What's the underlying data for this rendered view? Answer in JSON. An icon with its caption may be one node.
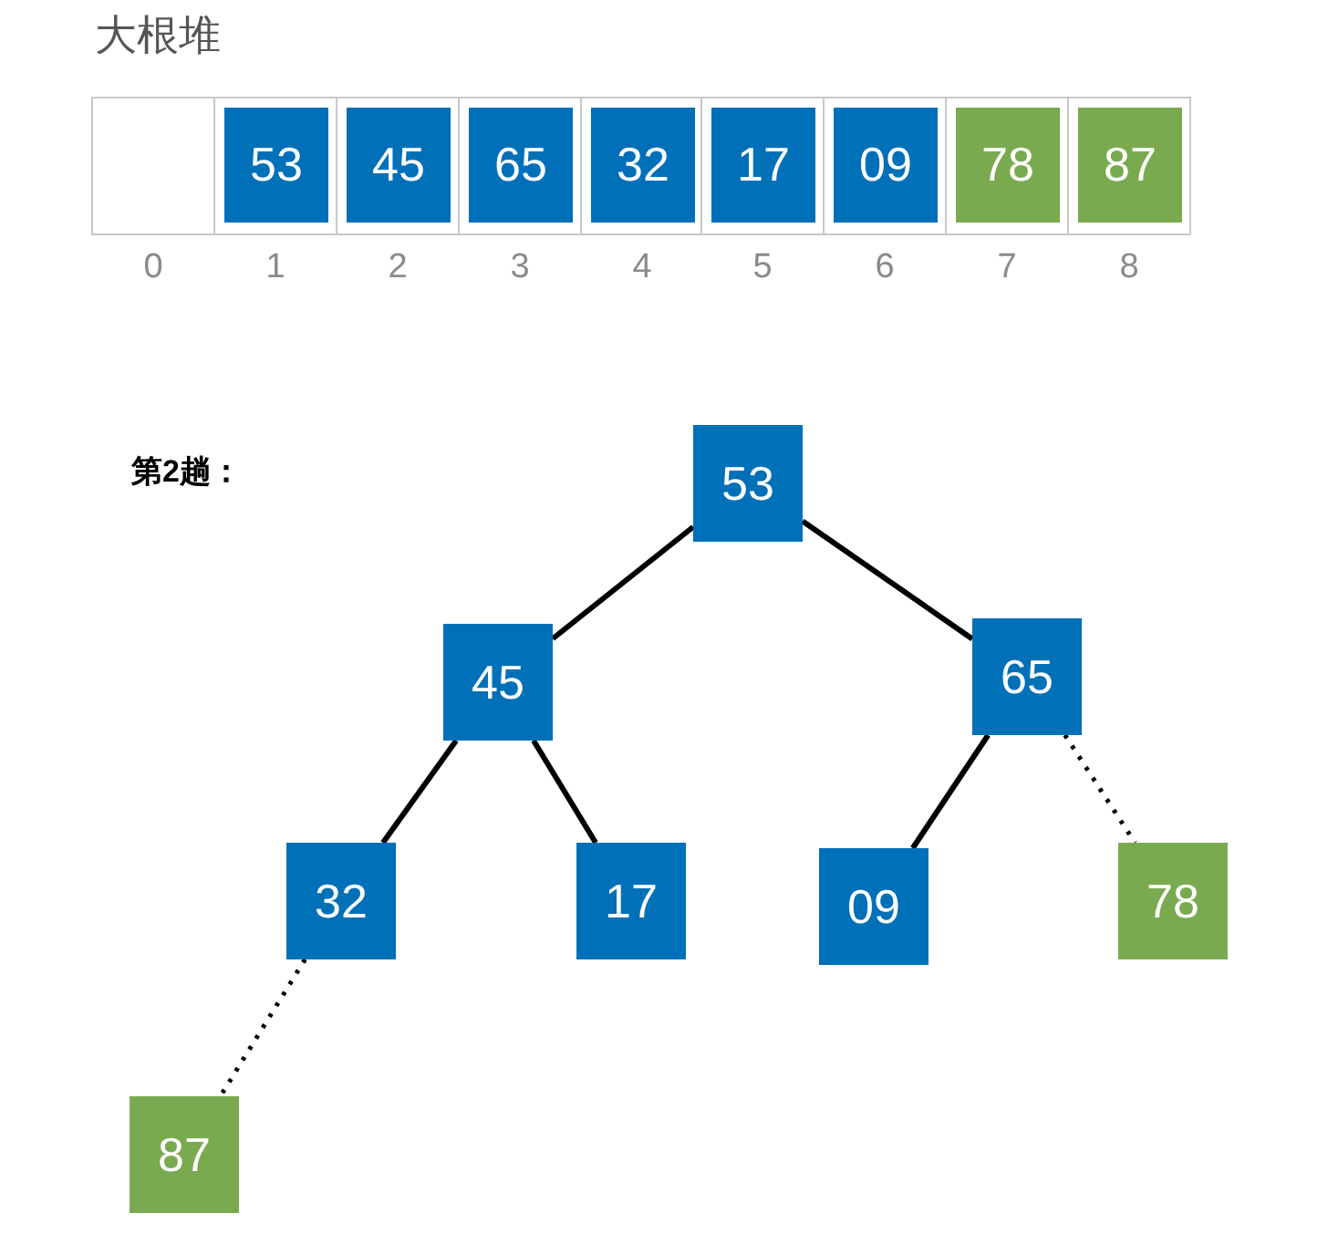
{
  "diagram": {
    "title": "大根堆",
    "nodes": [
      {
        "text": [],
        "shape": "box",
        "beside": [
          "0"
        ]
      },
      {
        "text": [],
        "shape": "box",
        "beside": [
          "1"
        ]
      },
      {
        "text": [
          "53"
        ],
        "in": 1
      },
      {
        "text": [],
        "shape": "box",
        "beside": [
          "2"
        ]
      },
      {
        "text": [
          "45"
        ],
        "in": 3
      },
      {
        "text": [],
        "shape": "box",
        "beside": [
          "3"
        ]
      },
      {
        "text": [
          "65"
        ],
        "in": 5
      },
      {
        "text": [],
        "shape": "box",
        "beside": [
          "4"
        ]
      },
      {
        "text": [
          "32"
        ],
        "in": 7
      },
      {
        "text": [],
        "shape": "box",
        "beside": [
          "5"
        ]
      },
      {
        "text": [
          "17"
        ],
        "in": 9
      },
      {
        "text": [],
        "shape": "box",
        "beside": [
          "6"
        ]
      },
      {
        "text": [
          "09"
        ],
        "in": 11
      },
      {
        "text": [],
        "shape": "box",
        "beside": [
          "7"
        ]
      },
      {
        "text": [
          "78"
        ],
        "in": 13
      },
      {
        "text": [],
        "shape": "box",
        "beside": [
          "8"
        ]
      },
      {
        "text": [
          "87"
        ],
        "in": 15
      },
      {
        "text": [
          "53"
        ]
      },
      {
        "text": [
          "45"
        ]
      },
      {
        "text": [
          "65"
        ]
      },
      {
        "text": [
          "32"
        ]
      },
      {
        "text": [
          "17"
        ]
      },
      {
        "text": [
          "09"
        ]
      },
      {
        "text": [
          "78"
        ]
      },
      {
        "text": [
          "87"
        ]
      }
    ],
    "edges": [
      {
        "from": 17,
        "to": 18,
        "arrow": "none"
      },
      {
        "from": 17,
        "to": 19,
        "arrow": "none"
      },
      {
        "from": 18,
        "to": 20,
        "arrow": "none"
      },
      {
        "from": 18,
        "to": 21,
        "arrow": "none"
      },
      {
        "from": 19,
        "to": 22,
        "arrow": "none"
      },
      {
        "from": 19,
        "to": 23,
        "arrow": "none",
        "style": "dashed"
      },
      {
        "from": 20,
        "to": 24,
        "arrow": "none",
        "style": "dashed"
      }
    ],
    "labels": [
      "第2趟："
    ]
  }
}
